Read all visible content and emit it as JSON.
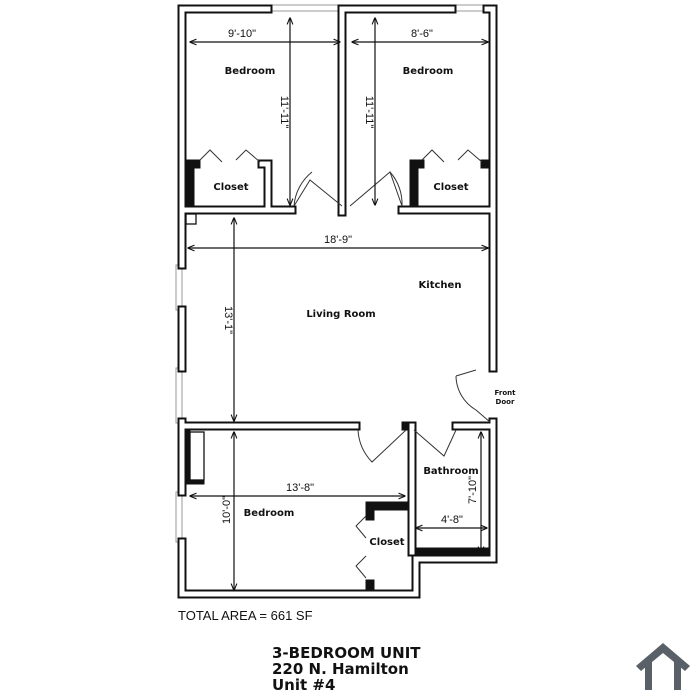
{
  "rooms": {
    "bedroom_top_left": "Bedroom",
    "bedroom_top_right": "Bedroom",
    "closet_top_left": "Closet",
    "closet_top_right": "Closet",
    "living_room": "Living Room",
    "kitchen": "Kitchen",
    "front_door": [
      "Front",
      "Door"
    ],
    "bathroom": "Bathroom",
    "bedroom_bottom": "Bedroom",
    "closet_bottom": "Closet"
  },
  "dimensions": {
    "bedroom_top_left_width": "9'-10\"",
    "bedroom_top_left_depth": "11'-11\"",
    "bedroom_top_right_width": "8'-6\"",
    "bedroom_top_right_depth": "11'-11\"",
    "living_width": "18'-9\"",
    "living_depth": "13'-1\"",
    "bedroom_bottom_width": "13'-8\"",
    "bedroom_bottom_depth": "10'-0\"",
    "bathroom_width": "4'-8\"",
    "bathroom_depth": "7'-10\""
  },
  "total_area": "TOTAL AREA = 661 SF",
  "title": {
    "line1": "3-BEDROOM UNIT",
    "line2": "220 N. Hamilton",
    "line3": "Unit #4"
  },
  "logo": {
    "icon": "house-icon",
    "color": "#5a6068"
  }
}
